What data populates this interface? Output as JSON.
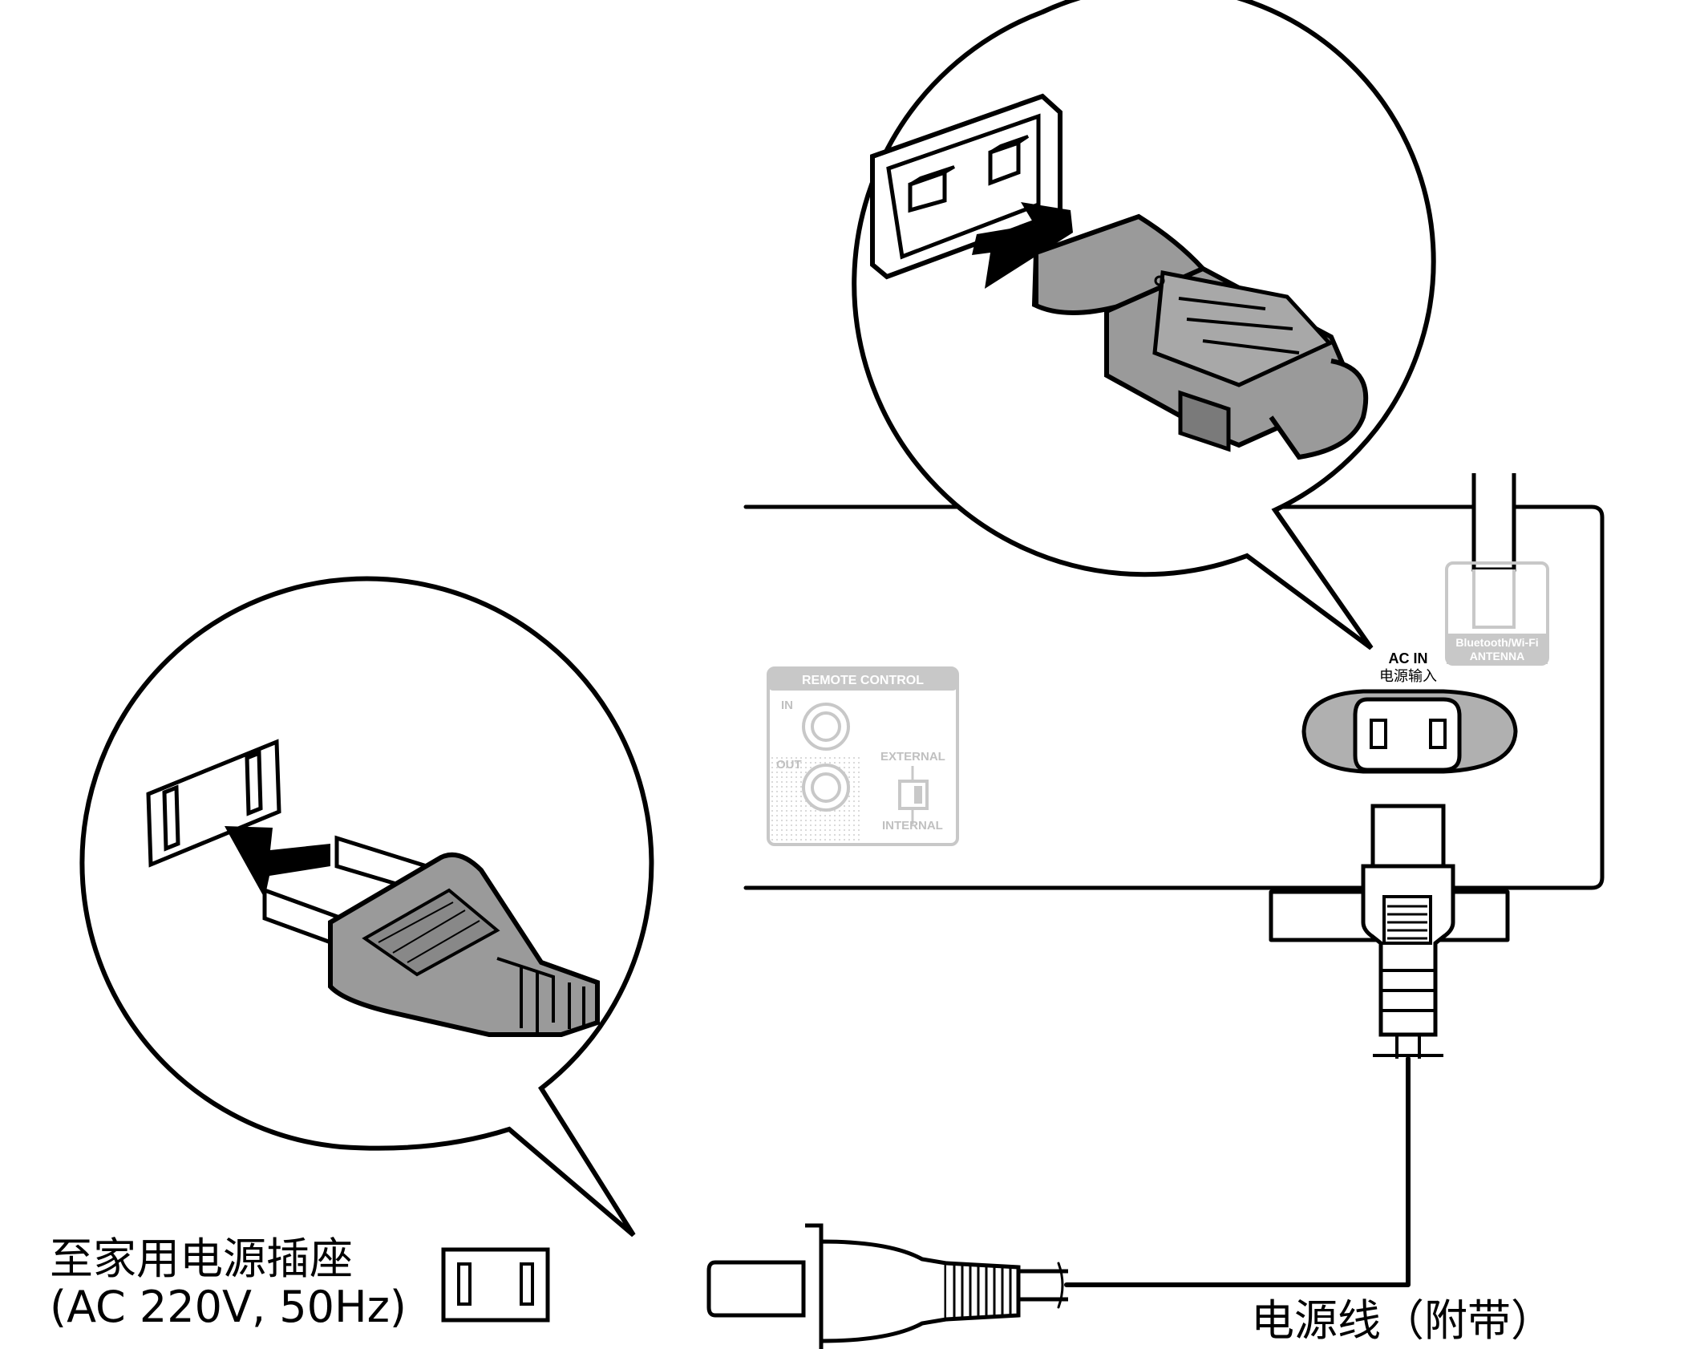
{
  "labels": {
    "wall_outlet_cn": "至家用电源插座",
    "wall_outlet_spec": "(AC 220V, 50Hz)",
    "power_cord": "电源线（附带）"
  },
  "panel": {
    "ac_in": "AC IN",
    "ac_in_cn": "电源输入",
    "antenna_line1": "Bluetooth/Wi-Fi",
    "antenna_line2": "ANTENNA",
    "remote_control": "REMOTE CONTROL",
    "remote_in": "IN",
    "remote_out": "OUT",
    "switch_external": "EXTERNAL",
    "switch_internal": "INTERNAL"
  },
  "colors": {
    "plug_body": "#9a9a9a",
    "plug_shadow": "#7a7a7a",
    "panel_faded": "#c8c8c8",
    "outlet_body": "#b0b0b0"
  }
}
